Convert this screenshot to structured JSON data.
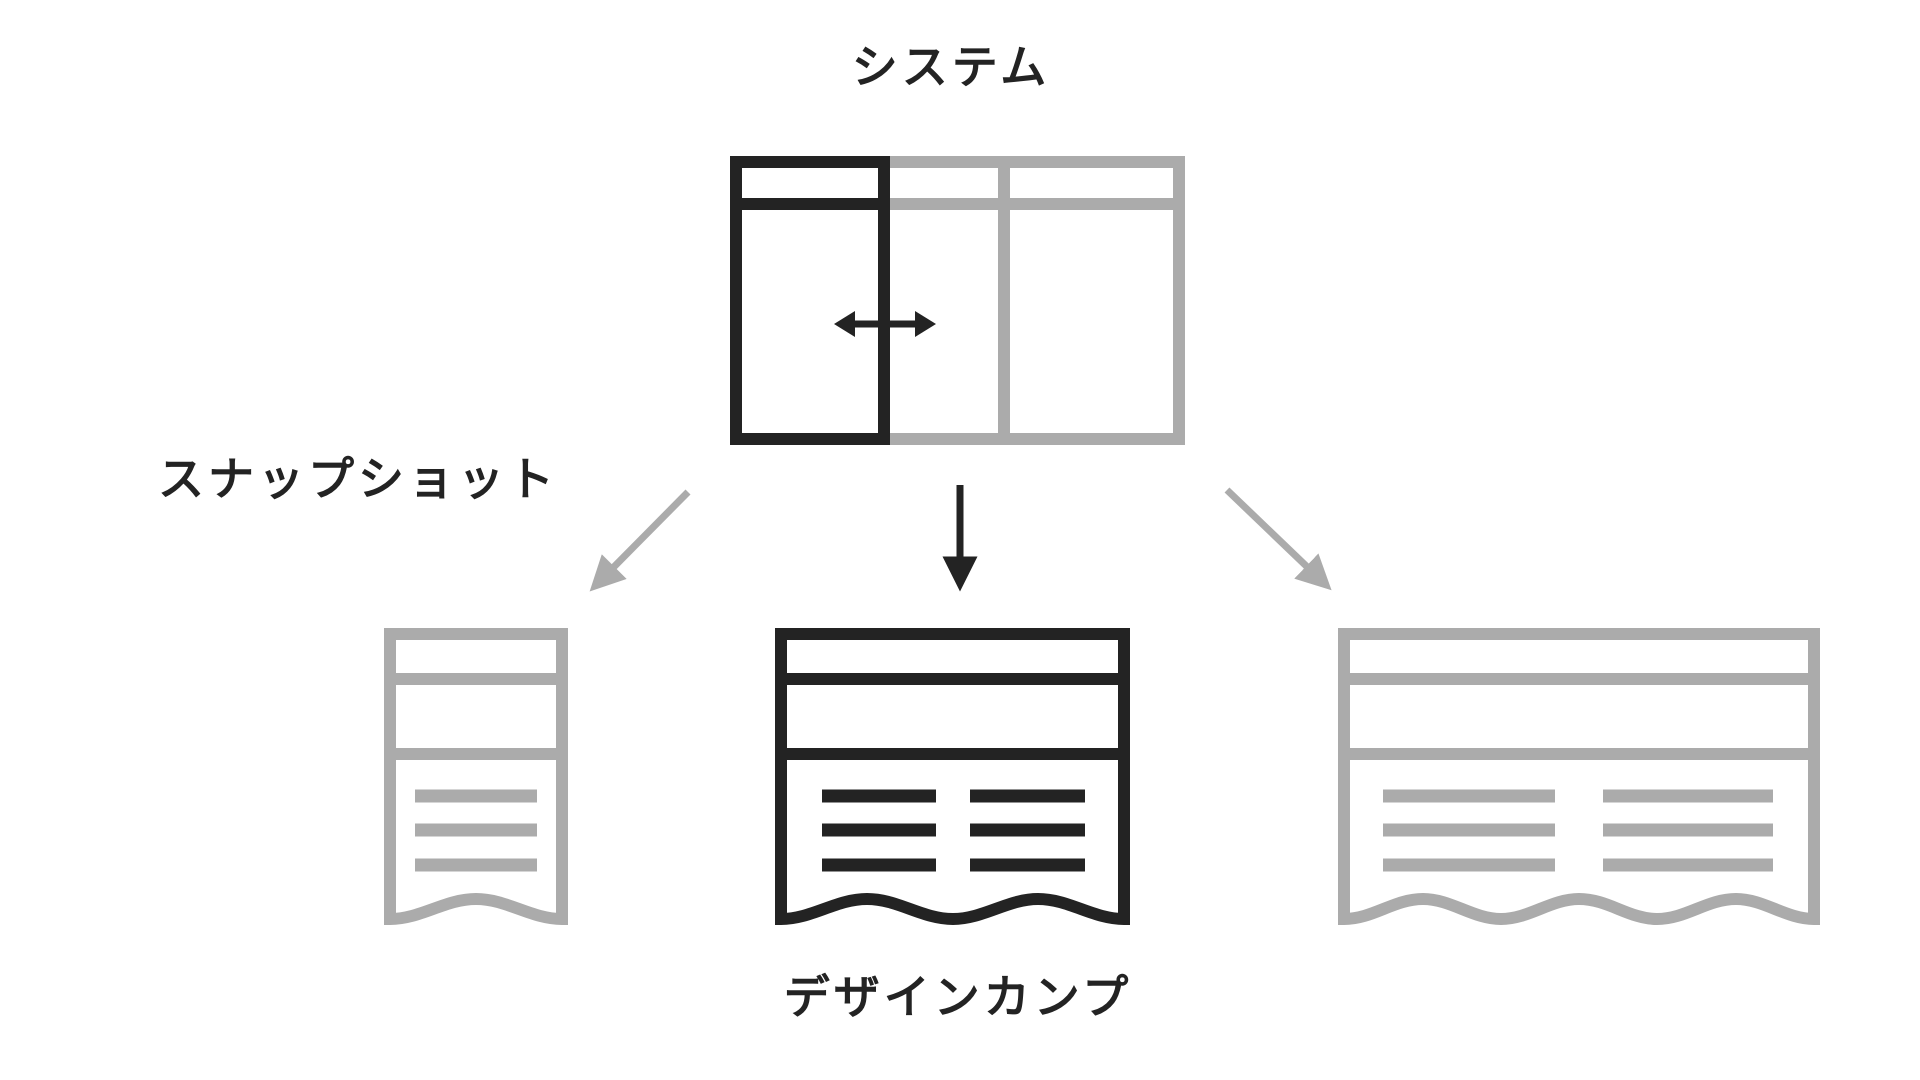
{
  "diagram": {
    "system_label": "システム",
    "snapshot_label": "スナップショット",
    "comp_label": "デザインカンプ"
  },
  "colors": {
    "ink": "#232323",
    "muted": "#ababab",
    "background": "#ffffff"
  },
  "icons": {
    "system_window": "three-pane window wireframe, left pane highlighted with horizontal resize arrow",
    "resize_horizontal_arrow": "double-headed left-right arrow",
    "arrow_down_left": "gray diagonal arrow to lower left",
    "arrow_down": "black straight arrow pointing down",
    "arrow_down_right": "gray diagonal arrow to lower right",
    "comp_page_small": "narrow page mockup, wavy torn bottom, one column of text lines",
    "comp_page_medium": "medium dark page mockup, wavy torn bottom, two columns of text lines",
    "comp_page_wide": "wide page mockup, wavy torn bottom, two columns of text lines"
  }
}
